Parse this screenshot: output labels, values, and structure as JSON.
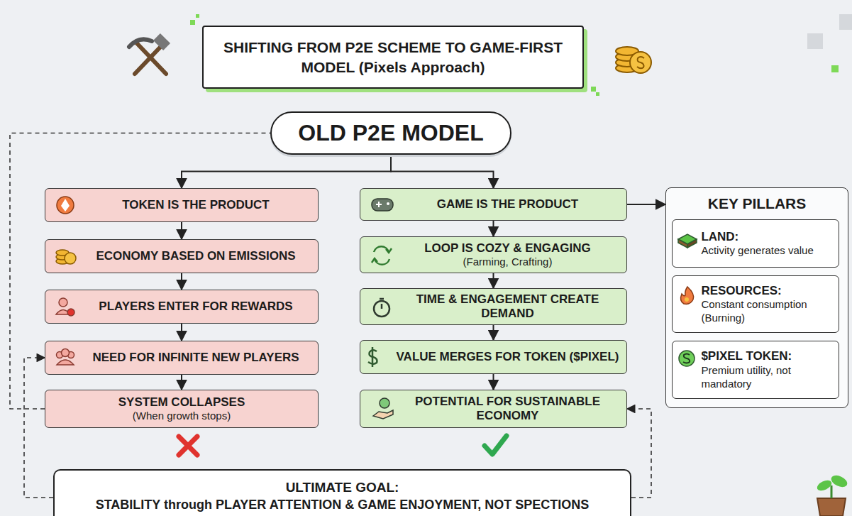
{
  "diagram": {
    "title": "SHIFTING FROM P2E SCHEME TO GAME-FIRST MODEL (Pixels Approach)",
    "nodes": [
      {
        "text": [
          "OLD P2E MODEL"
        ]
      },
      {
        "text": [
          "TOKEN IS THE PRODUCT"
        ]
      },
      {
        "text": [
          "ECONOMY BASED ON EMISSIONS"
        ]
      },
      {
        "text": [
          "PLAYERS ENTER FOR REWARDS"
        ]
      },
      {
        "text": [
          "NEED FOR INFINITE NEW PLAYERS"
        ]
      },
      {
        "text": [
          "SYSTEM COLLAPSES",
          "(When growth stops)"
        ]
      },
      {
        "text": [
          "GAME IS THE PRODUCT"
        ]
      },
      {
        "text": [
          "LOOP IS COZY & ENGAGING",
          "(Farming, Crafting)"
        ]
      },
      {
        "text": [
          "TIME & ENGAGEMENT CREATE DEMAND"
        ]
      },
      {
        "text": [
          "VALUE MERGES FOR TOKEN ($PIXEL)"
        ]
      },
      {
        "text": [
          "POTENTIAL FOR SUSTAINABLE ECONOMY"
        ]
      },
      {
        "text": [
          "KEY PILLARS"
        ]
      },
      {
        "text": [
          "LAND:",
          "Activity generates value"
        ],
        "in": 11
      },
      {
        "text": [
          "RESOURCES:",
          "Constant consumption (Burning)"
        ],
        "in": 11
      },
      {
        "text": [
          "$PIXEL TOKEN:",
          "Premium utility, not mandatory"
        ],
        "in": 11
      },
      {
        "text": [
          "ULTIMATE GOAL:",
          "STABILITY through PLAYER ATTENTION & GAME ENJOYMENT, NOT SPECTIONS"
        ]
      }
    ],
    "edges": [
      {
        "from": 0,
        "to": 1,
        "arrow": "to"
      },
      {
        "from": 0,
        "to": 6,
        "arrow": "to"
      },
      {
        "from": 1,
        "to": 2,
        "arrow": "to"
      },
      {
        "from": 2,
        "to": 3,
        "arrow": "to"
      },
      {
        "from": 3,
        "to": 4,
        "arrow": "to"
      },
      {
        "from": 4,
        "to": 5,
        "arrow": "to"
      },
      {
        "from": 6,
        "to": 7,
        "arrow": "to"
      },
      {
        "from": 7,
        "to": 8,
        "arrow": "to"
      },
      {
        "from": 8,
        "to": 9,
        "arrow": "to"
      },
      {
        "from": 9,
        "to": 10,
        "arrow": "to"
      },
      {
        "from": 6,
        "to": 11,
        "arrow": "to"
      },
      {
        "from": 5,
        "to": 0,
        "arrow": "none"
      },
      {
        "from": 15,
        "to": 4,
        "arrow": "to"
      },
      {
        "from": 15,
        "to": 10,
        "arrow": "to"
      }
    ]
  }
}
